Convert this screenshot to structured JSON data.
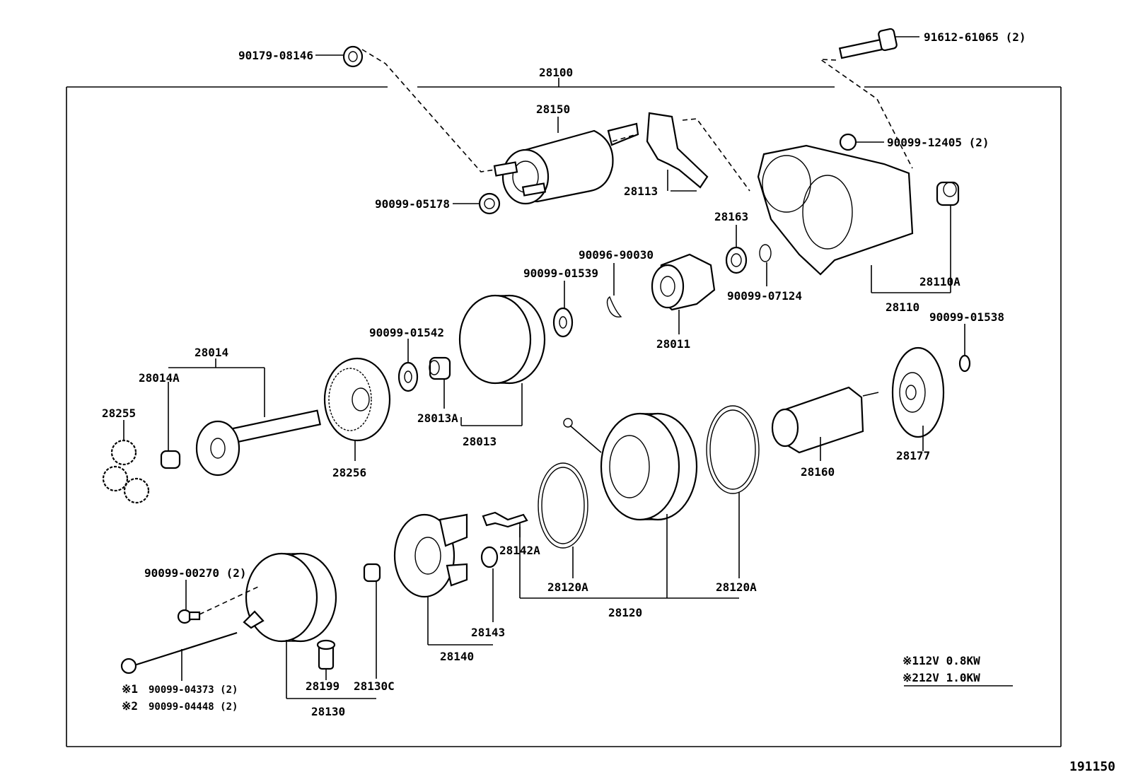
{
  "labels": {
    "p28100": "28100",
    "p90179": "90179-08146",
    "p91612": "91612-61065 (2)",
    "p28150": "28150",
    "p90099_12405": "90099-12405 (2)",
    "p90099_05178": "90099-05178",
    "p28113": "28113",
    "p28163": "28163",
    "p90096": "90096-90030",
    "p90099_01539": "90099-01539",
    "p90099_07124": "90099-07124",
    "p28110A": "28110A",
    "p28110": "28110",
    "p90099_01538": "90099-01538",
    "p28011": "28011",
    "p90099_01542": "90099-01542",
    "p28014": "28014",
    "p28014A": "28014A",
    "p28255": "28255",
    "p28013A": "28013A",
    "p28013": "28013",
    "p28256": "28256",
    "p28160": "28160",
    "p28177": "28177",
    "p28142A": "28142A",
    "p28120A_left": "28120A",
    "p28120A_right": "28120A",
    "p28120": "28120",
    "p90099_00270": "90099-00270 (2)",
    "p28143": "28143",
    "p28140": "28140",
    "p28199": "28199",
    "p28130C": "28130C",
    "p28130": "28130",
    "bolt_note1_mark": "※1",
    "bolt_note1_part": "90099-04373 (2)",
    "bolt_note2_mark": "※2",
    "bolt_note2_part": "90099-04448 (2)"
  },
  "legend": {
    "line1": "※112V 0.8KW",
    "line2": "※212V 1.0KW"
  },
  "figure_id": "191150"
}
